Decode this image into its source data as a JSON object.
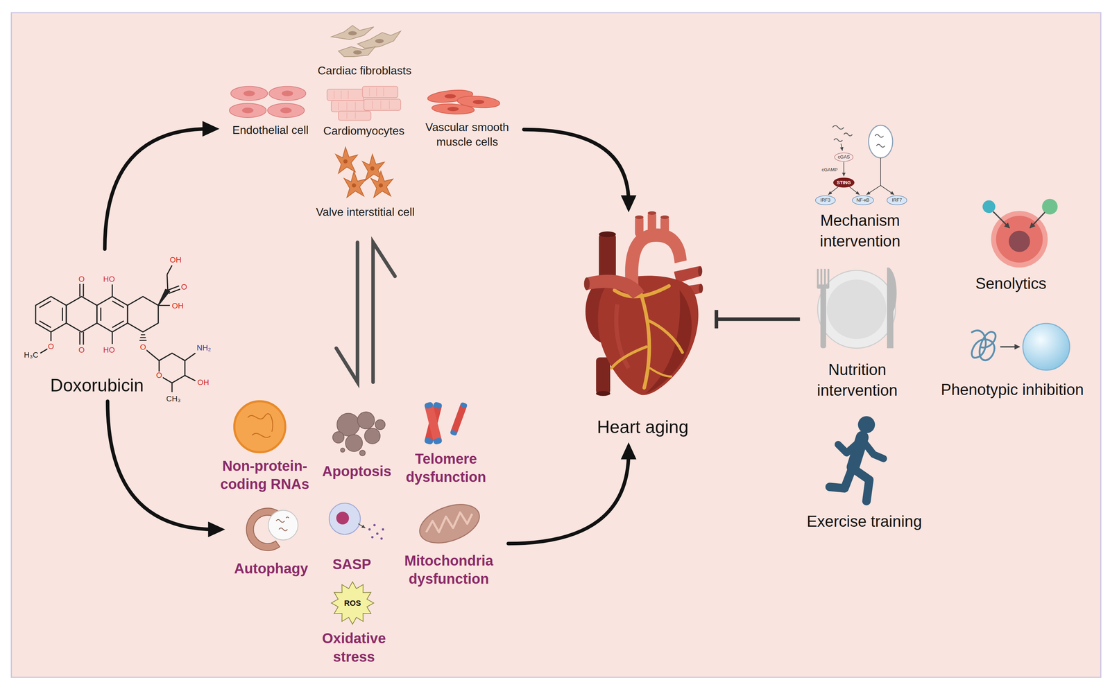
{
  "diagram": {
    "nodes": [
      {
        "text": [
          "Doxorubicin"
        ]
      },
      {
        "text": [
          "Cardiac fibroblasts"
        ]
      },
      {
        "text": [
          "Endothelial cell"
        ]
      },
      {
        "text": [
          "Cardiomyocytes"
        ]
      },
      {
        "text": [
          "Vascular smooth muscle cells"
        ]
      },
      {
        "text": [
          "Valve interstitial cell"
        ]
      },
      {
        "text": [
          "Non-protein-coding RNAs"
        ]
      },
      {
        "text": [
          "Apoptosis"
        ]
      },
      {
        "text": [
          "Telomere dysfunction"
        ]
      },
      {
        "text": [
          "Autophagy"
        ]
      },
      {
        "text": [
          "SASP"
        ]
      },
      {
        "text": [
          "Mitochondria dysfunction"
        ]
      },
      {
        "text": [
          "Oxidative stress"
        ]
      },
      {
        "text": [
          "Heart aging"
        ]
      },
      {
        "text": [
          "Mechanism intervention"
        ]
      },
      {
        "text": [
          "Senolytics"
        ]
      },
      {
        "text": [
          "Nutrition intervention"
        ]
      },
      {
        "text": [
          "Phenotypic inhibition"
        ]
      },
      {
        "text": [
          "Exercise training"
        ]
      }
    ],
    "edges": [
      {
        "from": 0,
        "to": 2,
        "arrow": "to"
      },
      {
        "from": 0,
        "to": 9,
        "arrow": "to"
      },
      {
        "from": 4,
        "to": 13,
        "arrow": "to"
      },
      {
        "from": 11,
        "to": 13,
        "arrow": "to"
      },
      {
        "from": 5,
        "to": 7,
        "arrow": "both"
      },
      {
        "from": 16,
        "to": 13,
        "arrow": "to"
      }
    ],
    "labels": [
      "OH",
      "O",
      "OH",
      "O",
      "HO",
      "O",
      "HO",
      "O",
      "H₃C",
      "O",
      "O",
      "NH₂",
      "OH",
      "CH₃",
      "cGAS",
      "cGAMP",
      "STING",
      "IRF3",
      "NF-κB",
      "IRF7",
      "ROS"
    ]
  }
}
